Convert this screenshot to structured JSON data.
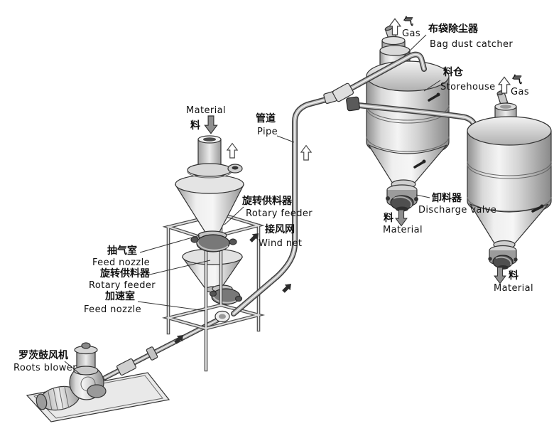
{
  "colors": {
    "background": "#ffffff",
    "line": "#333333",
    "metal_light": "#f4f4f4",
    "metal_mid": "#c9c9c9",
    "metal_dark": "#8a8a8a",
    "valve_dark": "#4f4f4f",
    "text": "#111111"
  },
  "labels": {
    "material_in": {
      "zh": "料",
      "en": "Material"
    },
    "pipe": {
      "zh": "管道",
      "en": "Pipe"
    },
    "gas_left": {
      "zh": "气",
      "en": "Gas"
    },
    "bag_dust_catcher": {
      "zh": "布袋除尘器",
      "en": "Bag dust catcher"
    },
    "storehouse": {
      "zh": "料仓",
      "en": "Storehouse"
    },
    "gas_right": {
      "zh": "气",
      "en": "Gas"
    },
    "rotary_feeder_upper": {
      "zh": "旋转供料器",
      "en": "Rotary feeder"
    },
    "wind_net": {
      "zh": "接风网",
      "en": "Wind net"
    },
    "suction_chamber": {
      "zh": "抽气室",
      "en": "Feed nozzle"
    },
    "rotary_feeder_lower": {
      "zh": "旋转供料器",
      "en": "Rotary feeder"
    },
    "acceleration_chamber": {
      "zh": "加速室",
      "en": "Feed nozzle"
    },
    "roots_blower": {
      "zh": "罗茨鼓风机",
      "en": "Roots blower"
    },
    "discharge_valve": {
      "zh": "卸料器",
      "en": "Discharge valve"
    },
    "material_out_1": {
      "zh": "料",
      "en": "Material"
    },
    "material_out_2": {
      "zh": "料",
      "en": "Material"
    }
  }
}
